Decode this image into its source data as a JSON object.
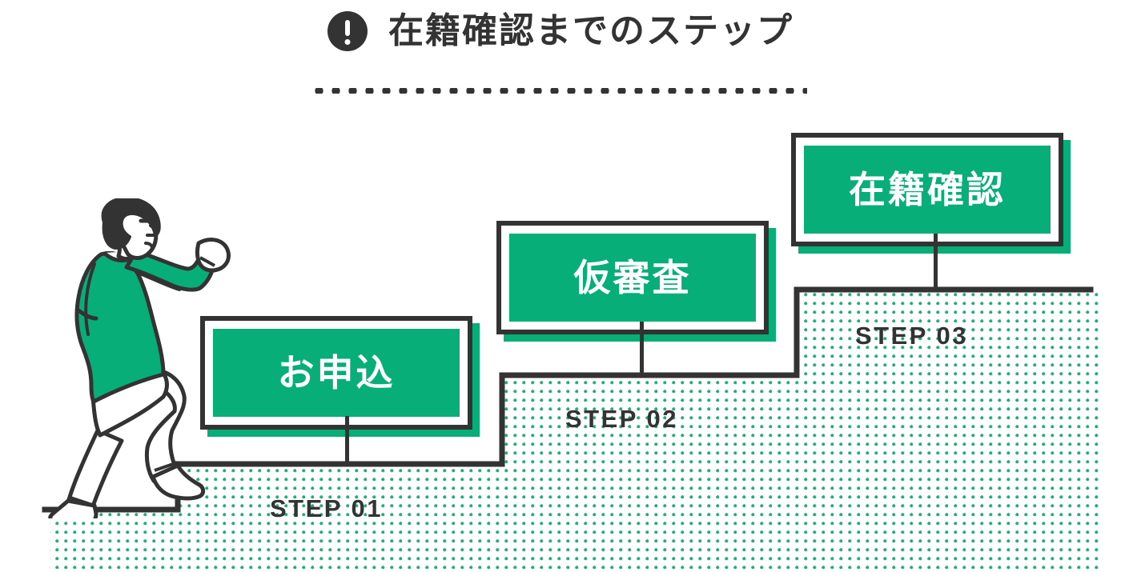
{
  "header": {
    "icon": "exclamation-circle-icon",
    "title": "在籍確認までのステップ",
    "divider": "dotted-divider"
  },
  "theme": {
    "green": "#07AE78",
    "dark": "#333333",
    "white": "#FFFFFF",
    "dot_pattern_color": "#1FA97A"
  },
  "steps": [
    {
      "number": "STEP 01",
      "label": "お申込"
    },
    {
      "number": "STEP 02",
      "label": "仮審査"
    },
    {
      "number": "STEP 03",
      "label": "在籍確認"
    }
  ],
  "illustration": {
    "name": "person-climbing-stairs",
    "sweater_color": "#07AE78",
    "outline_color": "#333333",
    "hair_color": "#333333",
    "pants_color": "#FFFFFF"
  }
}
